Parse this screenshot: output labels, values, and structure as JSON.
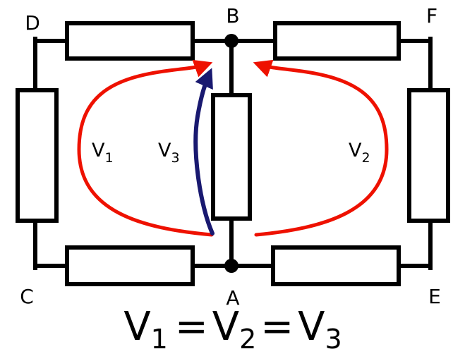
{
  "nodes": {
    "d": "D",
    "b": "B",
    "f": "F",
    "c": "C",
    "a": "A",
    "e": "E"
  },
  "loop_labels": {
    "v1": {
      "base": "V",
      "sub": "1"
    },
    "v3": {
      "base": "V",
      "sub": "3"
    },
    "v2": {
      "base": "V",
      "sub": "2"
    }
  },
  "equation": {
    "terms": [
      {
        "base": "V",
        "sub": "1"
      },
      {
        "base": "V",
        "sub": "2"
      },
      {
        "base": "V",
        "sub": "3"
      }
    ],
    "equals": "="
  },
  "colors": {
    "wire": "#000000",
    "loop_red": "#ee1100",
    "arrow_blue": "#191970",
    "node_dot": "#000000",
    "background": "#ffffff"
  }
}
